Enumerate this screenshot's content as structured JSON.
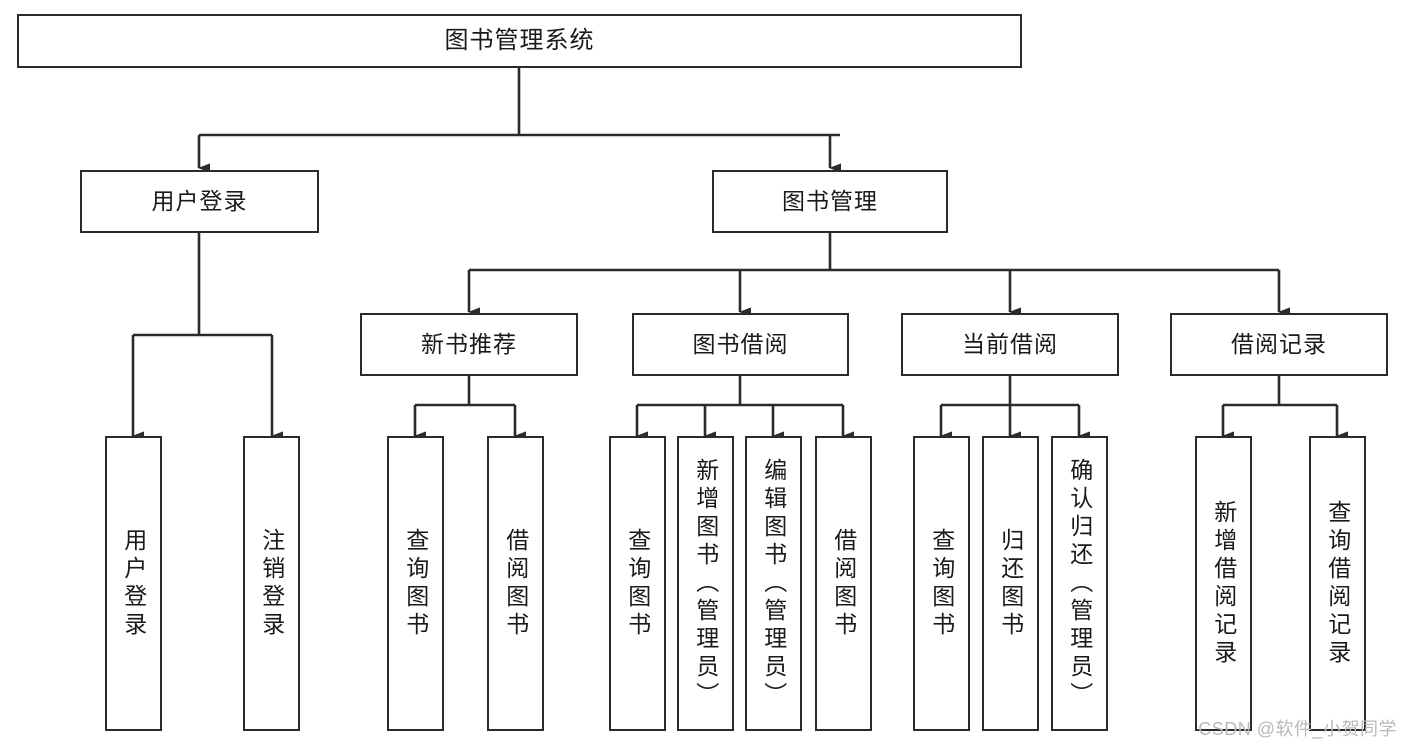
{
  "diagram": {
    "title": "图书管理系统",
    "type": "tree",
    "watermark": "CSDN @软件_小贺同学",
    "colors": {
      "stroke": "#2b2b2b",
      "fill": "#ffffff",
      "text": "#1a1a1a",
      "watermark": "#b9b9b9"
    },
    "levels": {
      "root": {
        "label": "图书管理系统"
      },
      "level2": [
        {
          "label": "用户登录"
        },
        {
          "label": "图书管理"
        }
      ],
      "level3": [
        {
          "label": "新书推荐"
        },
        {
          "label": "图书借阅"
        },
        {
          "label": "当前借阅"
        },
        {
          "label": "借阅记录"
        }
      ],
      "leaves": {
        "user_login": [
          {
            "label": "用户登录"
          },
          {
            "label": "注销登录"
          }
        ],
        "new_book": [
          {
            "label": "查询图书"
          },
          {
            "label": "借阅图书"
          }
        ],
        "book_borrow": [
          {
            "label": "查询图书"
          },
          {
            "label": "新增图书（管理员）"
          },
          {
            "label": "编辑图书（管理员）"
          },
          {
            "label": "借阅图书"
          }
        ],
        "current_borrow": [
          {
            "label": "查询图书"
          },
          {
            "label": "归还图书"
          },
          {
            "label": "确认归还（管理员）"
          }
        ],
        "borrow_record": [
          {
            "label": "新增借阅记录"
          },
          {
            "label": "查询借阅记录"
          }
        ]
      }
    }
  }
}
